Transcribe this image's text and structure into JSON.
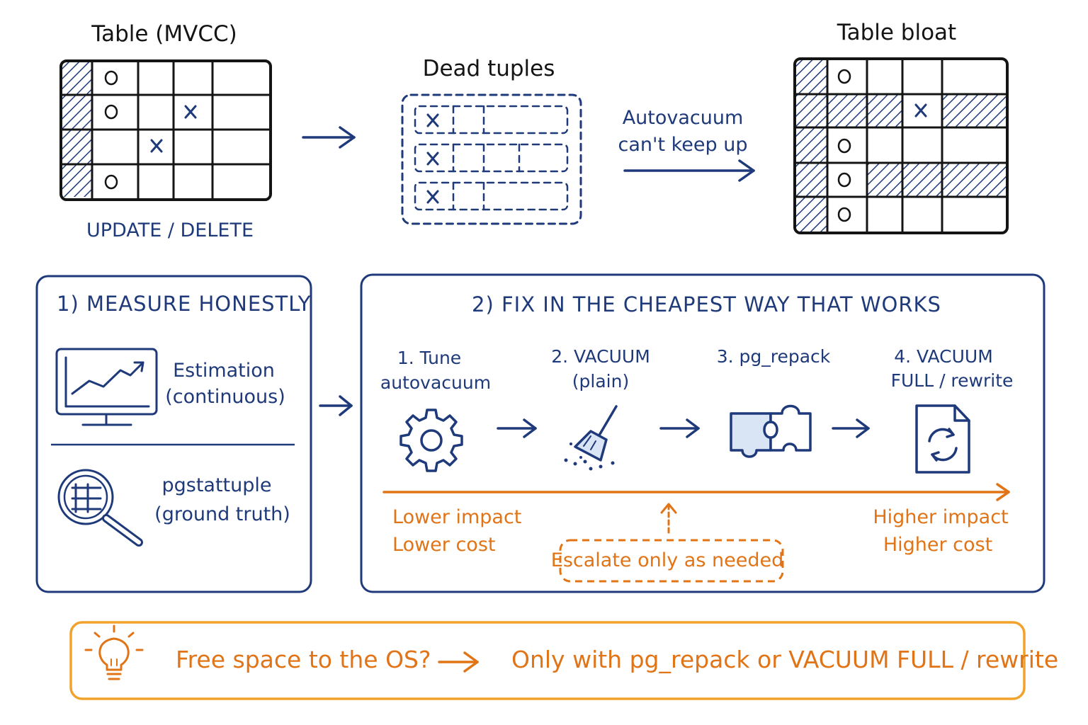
{
  "top": {
    "table_title": "Table (MVCC)",
    "table_caption": "UPDATE / DELETE",
    "dead_title": "Dead tuples",
    "arrow_label_line1": "Autovacuum",
    "arrow_label_line2": "can't keep up",
    "bloat_title": "Table bloat"
  },
  "measure": {
    "heading": "1) MEASURE HONESTLY",
    "estimation_line1": "Estimation",
    "estimation_line2": "(continuous)",
    "pgstattuple_line1": "pgstattuple",
    "pgstattuple_line2": "(ground truth)"
  },
  "fix": {
    "heading": "2) FIX IN THE CHEAPEST WAY THAT WORKS",
    "steps": [
      {
        "line1": "1. Tune",
        "line2": "autovacuum",
        "icon": "gear-icon"
      },
      {
        "line1": "2. VACUUM",
        "line2": "(plain)",
        "icon": "broom-icon"
      },
      {
        "line1": "3. pg_repack",
        "line2": "",
        "icon": "puzzle-icon"
      },
      {
        "line1": "4. VACUUM",
        "line2": "FULL / rewrite",
        "icon": "document-refresh-icon"
      }
    ],
    "low_line1": "Lower impact",
    "low_line2": "Lower cost",
    "escalate": "Escalate only as needed",
    "high_line1": "Higher impact",
    "high_line2": "Higher cost"
  },
  "bottom": {
    "question": "Free space to the OS?",
    "answer": "Only with pg_repack or VACUUM FULL / rewrite"
  },
  "colors": {
    "ink": "#1f3a7a",
    "dark_ink": "#141414",
    "accent": "#e07417",
    "fill": "#d9e4f5"
  }
}
